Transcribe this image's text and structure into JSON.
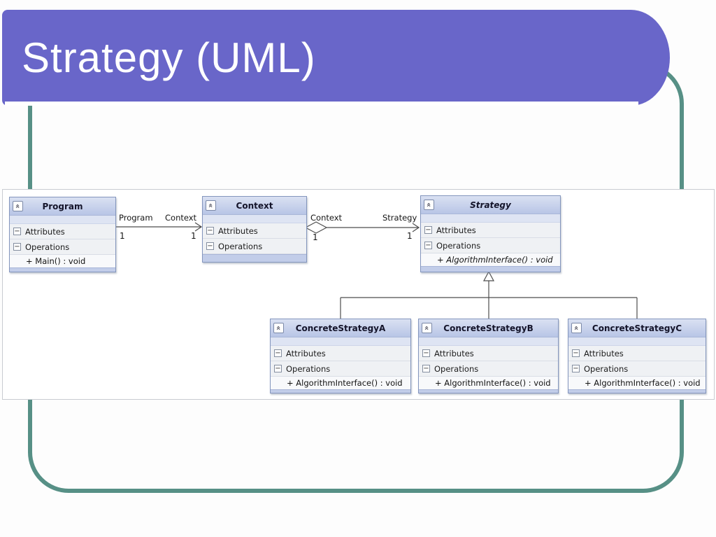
{
  "slide": {
    "title": "Strategy (UML)",
    "colors": {
      "title_bar": "#6966c9",
      "frame": "#579086",
      "underline": "#ffffff",
      "class_header": "#c5d0ea"
    }
  },
  "icons": {
    "collapse_all_glyph": "«",
    "collapse_section_glyph": "−"
  },
  "diagram": {
    "classes": [
      {
        "name": "Program",
        "attributes_label": "Attributes",
        "operations_label": "Operations",
        "method": "+ Main() : void"
      },
      {
        "name": "Context",
        "attributes_label": "Attributes",
        "operations_label": "Operations"
      },
      {
        "name": "Strategy",
        "attributes_label": "Attributes",
        "operations_label": "Operations",
        "method": "+ AlgorithmInterface() : void"
      },
      {
        "name": "ConcreteStrategyA",
        "attributes_label": "Attributes",
        "operations_label": "Operations",
        "method": "+ AlgorithmInterface() : void"
      },
      {
        "name": "ConcreteStrategyB",
        "attributes_label": "Attributes",
        "operations_label": "Operations",
        "method": "+ AlgorithmInterface() : void"
      },
      {
        "name": "ConcreteStrategyC",
        "attributes_label": "Attributes",
        "operations_label": "Operations",
        "method": "+ AlgorithmInterface() : void"
      }
    ],
    "associations": [
      {
        "from_role": "Program",
        "to_role": "Context",
        "from_mult": "1",
        "to_mult": "1"
      },
      {
        "from_role": "Context",
        "to_role": "Strategy",
        "from_mult": "1",
        "to_mult": "1"
      }
    ]
  }
}
